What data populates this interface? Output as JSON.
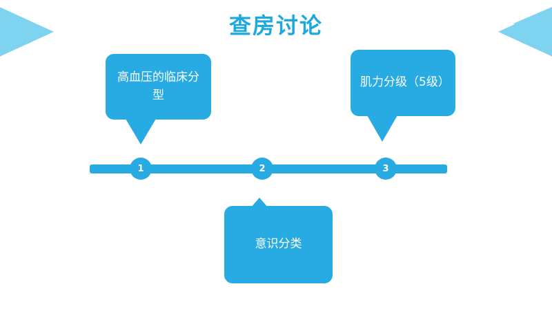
{
  "slide": {
    "title": "查房讨论",
    "background_color": "#ffffff",
    "accent_color": "#27abe2",
    "title_color": "#1ba9df",
    "decoration_color": "#7ed3f0"
  },
  "decorations": [
    {
      "name": "top-left-triangle",
      "direction": "right"
    },
    {
      "name": "top-right-triangle-back",
      "direction": "left"
    },
    {
      "name": "top-right-triangle-front",
      "direction": "left"
    }
  ],
  "timeline": {
    "nodes": [
      {
        "number": "1",
        "label": "高血压的临床分型"
      },
      {
        "number": "2",
        "label": "意识分类"
      },
      {
        "number": "3",
        "label": "肌力分级（5级）"
      }
    ]
  },
  "callouts": [
    {
      "id": "callout-1",
      "position": "top",
      "node": "1",
      "lines": [
        "高血压的临床",
        "分型"
      ],
      "text": "高血压的临床分型"
    },
    {
      "id": "callout-2",
      "position": "top",
      "node": "3",
      "lines": [
        "肌力分级",
        "（5级）"
      ],
      "text": "肌力分级（5级）"
    },
    {
      "id": "callout-3",
      "position": "bottom",
      "node": "2",
      "lines": [
        "意识分类"
      ],
      "text": "意识分类"
    }
  ]
}
